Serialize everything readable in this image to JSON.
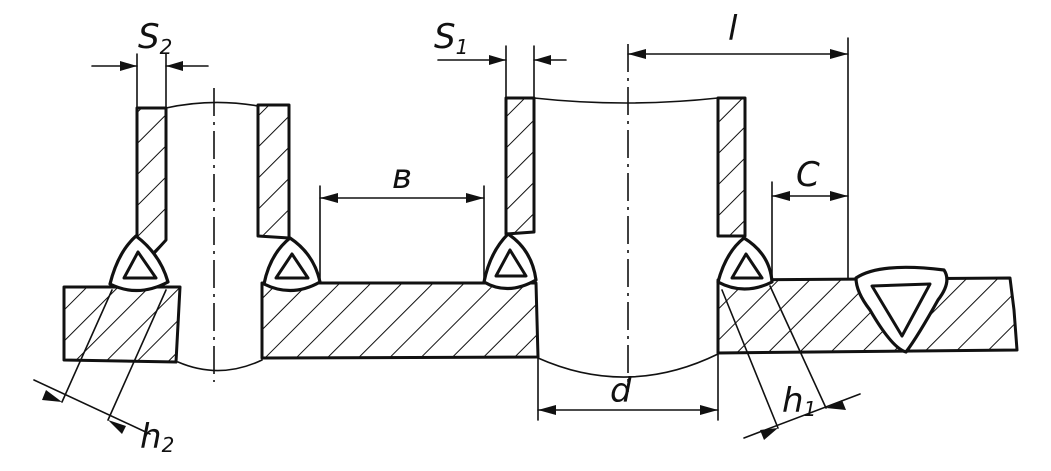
{
  "labels": {
    "s2": {
      "main": "S",
      "sub": "2"
    },
    "s1": {
      "main": "S",
      "sub": "1"
    },
    "l": {
      "main": "l"
    },
    "b": {
      "main": "в"
    },
    "c": {
      "main": "C"
    },
    "d": {
      "main": "d"
    },
    "h1": {
      "main": "h",
      "sub": "1"
    },
    "h2": {
      "main": "h",
      "sub": "2"
    }
  },
  "colors": {
    "line": "#111111",
    "background": "#ffffff"
  }
}
